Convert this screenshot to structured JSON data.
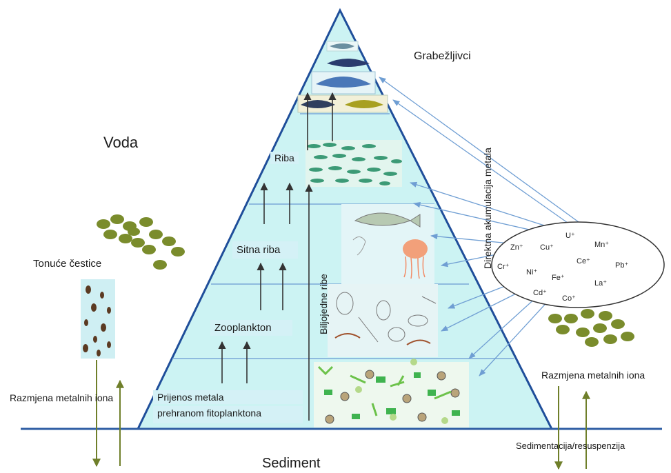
{
  "labels": {
    "predators": "Grabežljivci",
    "water": "Voda",
    "fish": "Riba",
    "small_fish": "Sitna riba",
    "zooplankton": "Zooplankton",
    "transfer_line1": "Prijenos metala",
    "transfer_line2": "prehranom fitoplanktona",
    "herbivorous_fish": "Biljojedne ribe",
    "direct_accumulation": "Direktna akumulacija metala",
    "sinking_particles": "Tonuće čestice",
    "exchange_left": "Razmjena metalnih iona",
    "exchange_right": "Razmjena metalnih iona",
    "sediment": "Sediment",
    "sedimentation": "Sedimentacija/resuspenzija"
  },
  "metal_ions": [
    "U⁺",
    "Zn⁺",
    "Cu⁺",
    "Mn⁺",
    "Cr⁺",
    "Ni⁺",
    "Ce⁺",
    "Pb⁺",
    "Fe⁺",
    "La⁺",
    "Cd⁺",
    "Co⁺"
  ],
  "colors": {
    "pyramid_fill": "#ccf3f3",
    "pyramid_stroke": "#1f4e9a",
    "tier_line": "#7aa7d8",
    "arrow_dark": "#333333",
    "arrow_blue": "#6f9ed3",
    "particle_green": "#7a8c2c",
    "exchange_arrow": "#6f7f2a",
    "sediment_line": "#2e5da3"
  }
}
